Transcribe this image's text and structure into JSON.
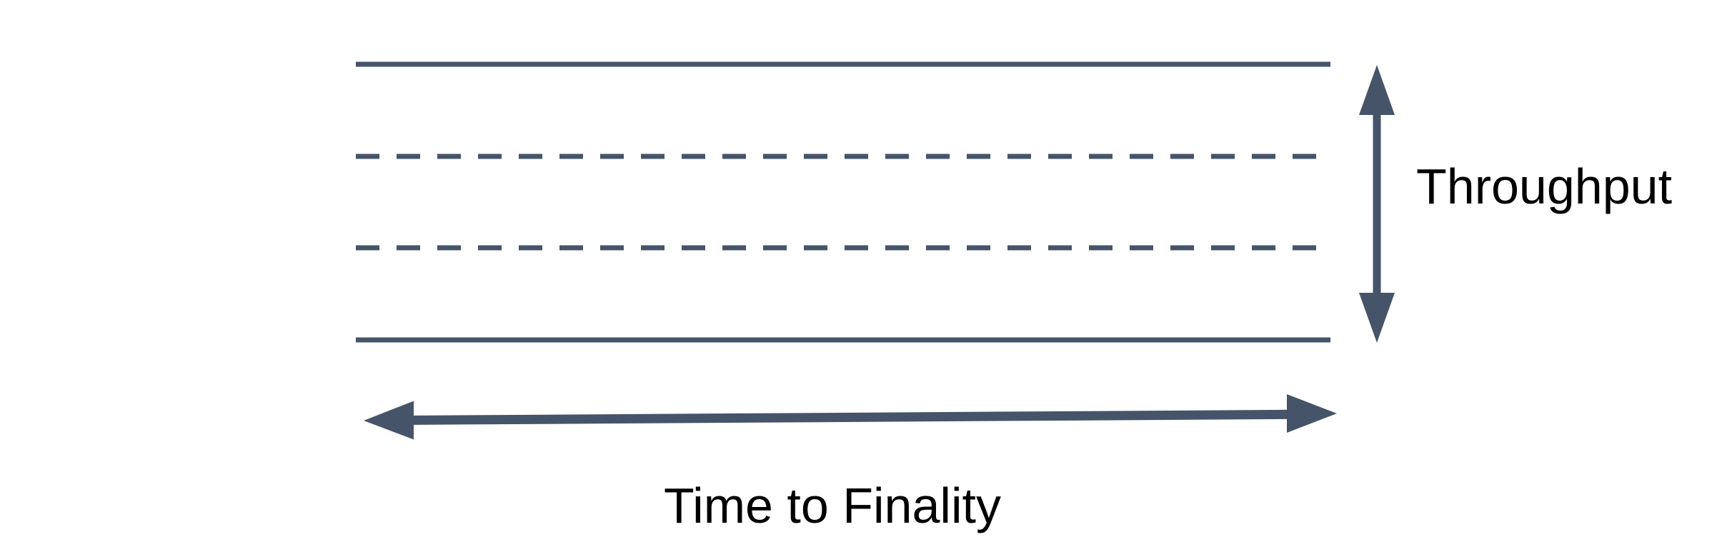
{
  "diagram": {
    "description": "Tradeoff diagram: horizontal lanes (two solid outer lines, two dashed inner lines) with a vertical double-headed arrow measuring Throughput and a horizontal double-headed arrow measuring Time to Finality",
    "labels": {
      "vertical_arrow": "Throughput",
      "horizontal_arrow": "Time to Finality"
    },
    "colors": {
      "shape": "#455469",
      "text": "#000000",
      "background": "#ffffff"
    },
    "lines": {
      "top": "solid",
      "middle_1": "dashed",
      "middle_2": "dashed",
      "bottom": "solid"
    }
  }
}
